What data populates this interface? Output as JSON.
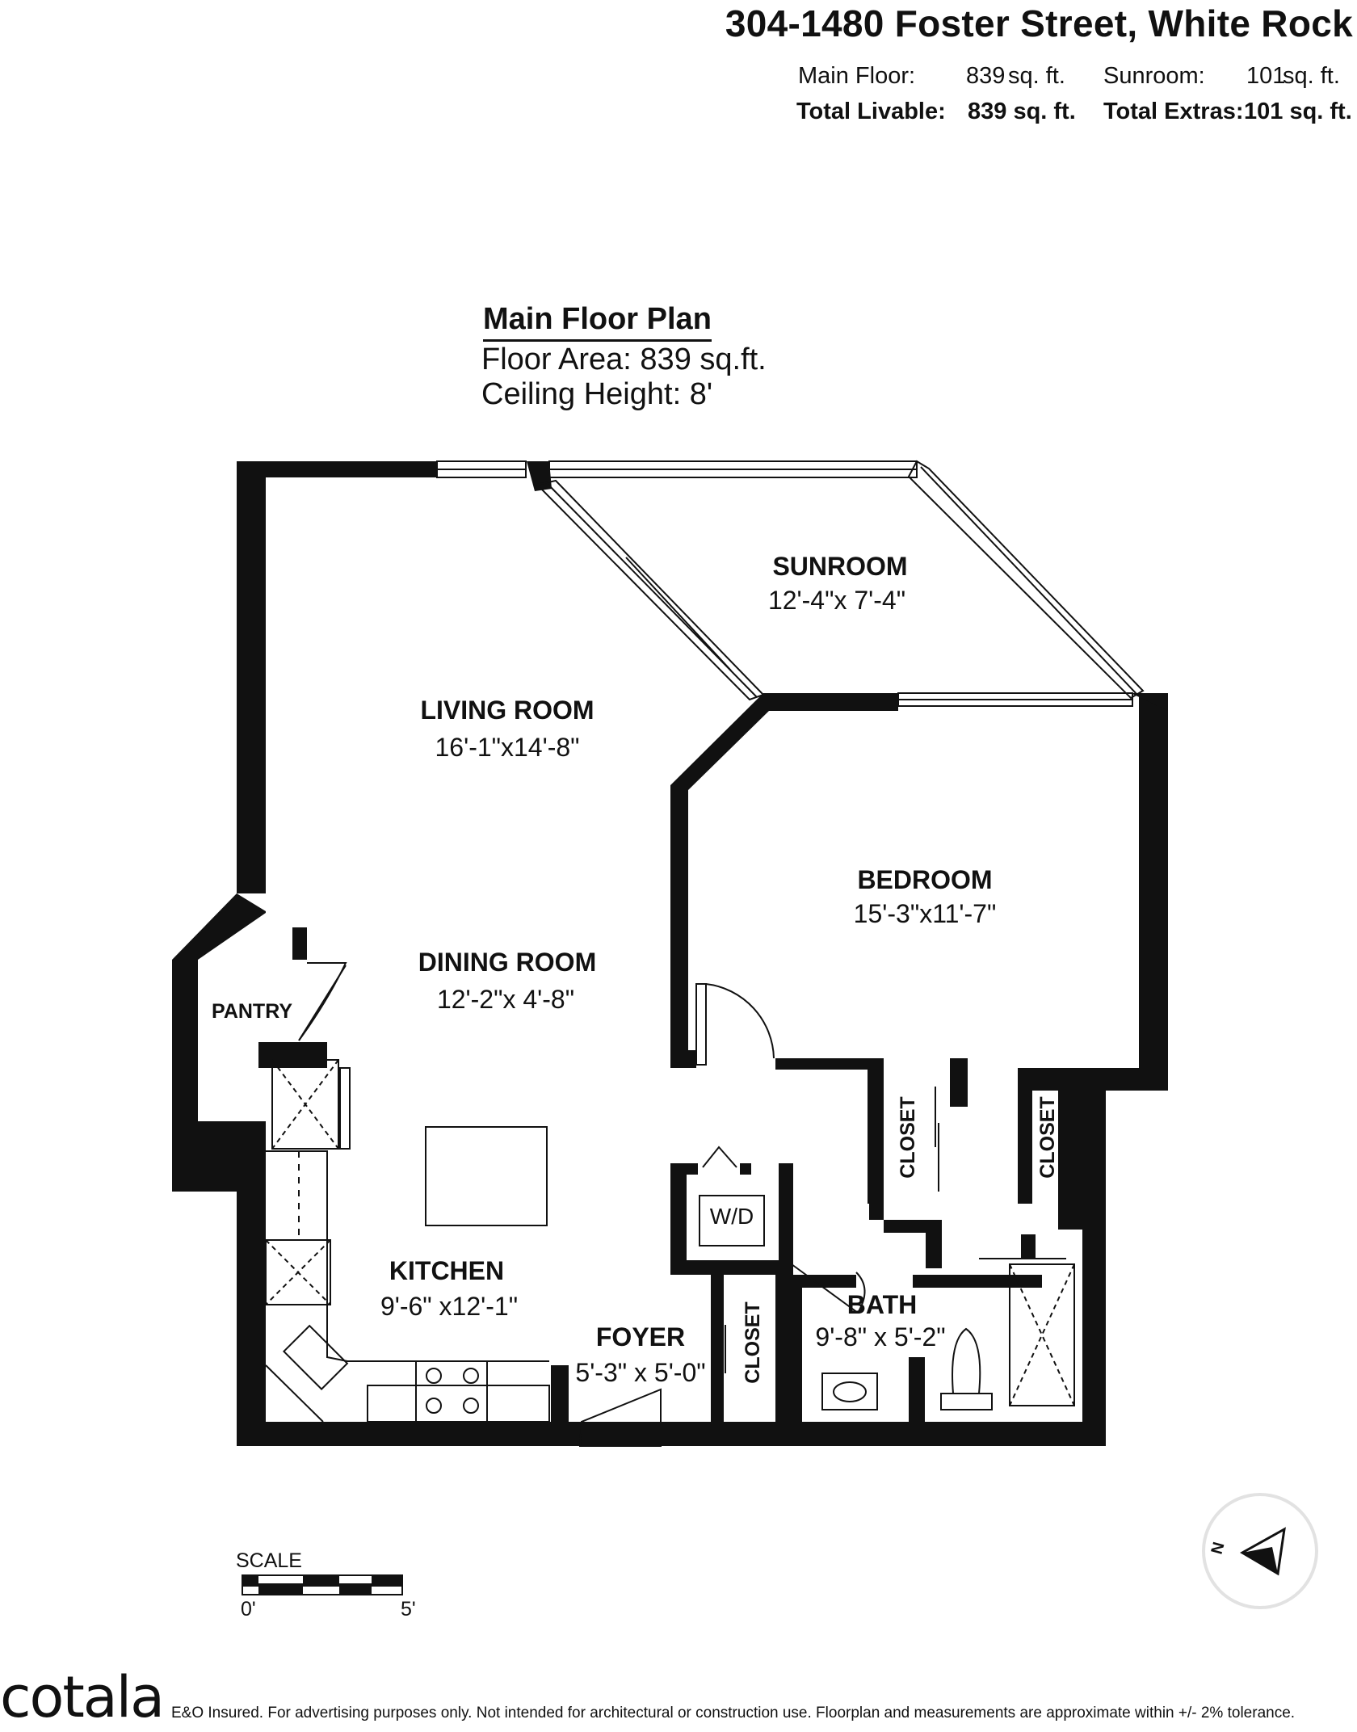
{
  "header": {
    "address": "304-1480 Foster Street, White Rock",
    "main_floor_label": "Main Floor:",
    "main_floor_value": "839",
    "sunroom_label": "Sunroom:",
    "sunroom_value": "101",
    "unit": "sq. ft.",
    "total_livable_label": "Total Livable:",
    "total_livable_value": "839 sq. ft.",
    "total_extras_label": "Total Extras:",
    "total_extras_value": "101 sq. ft."
  },
  "plan": {
    "title": "Main Floor Plan",
    "floor_area": "Floor Area: 839 sq.ft.",
    "ceiling_height": "Ceiling Height: 8'"
  },
  "rooms": {
    "sunroom": {
      "name": "SUNROOM",
      "dims": "12'-4\"x 7'-4\""
    },
    "living": {
      "name": "LIVING ROOM",
      "dims": "16'-1\"x14'-8\""
    },
    "bedroom": {
      "name": "BEDROOM",
      "dims": "15'-3\"x11'-7\""
    },
    "dining": {
      "name": "DINING ROOM",
      "dims": "12'-2\"x  4'-8\""
    },
    "pantry": {
      "name": "PANTRY"
    },
    "kitchen": {
      "name": "KITCHEN",
      "dims": "9'-6\"  x12'-1\""
    },
    "foyer": {
      "name": "FOYER",
      "dims": "5'-3\"  x  5'-0\""
    },
    "bath": {
      "name": "BATH",
      "dims": "9'-8\"  x  5'-2\""
    },
    "closet_left": {
      "name": "CLOSET"
    },
    "closet_right": {
      "name": "CLOSET"
    },
    "closet_foyer": {
      "name": "CLOSET"
    },
    "wd": {
      "name": "W/D"
    }
  },
  "scale": {
    "label": "SCALE",
    "start": "0'",
    "end": "5'"
  },
  "compass": {
    "letter": "N"
  },
  "footer": {
    "brand": "cotala",
    "disclaimer": "E&O Insured. For advertising purposes only. Not intended for architectural or construction use. Floorplan and measurements are approximate within +/- 2% tolerance."
  }
}
